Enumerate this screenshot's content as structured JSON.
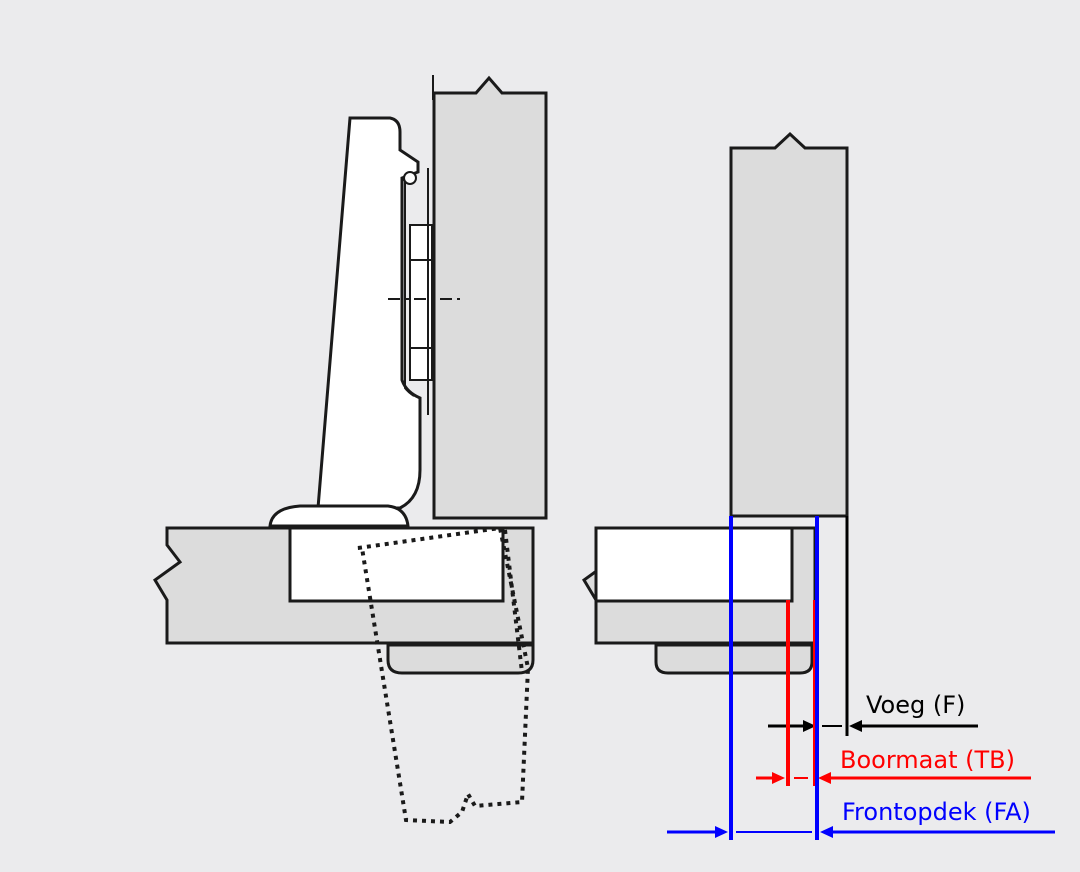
{
  "labels": {
    "voeg": "Voeg (F)",
    "boormaat": "Boormaat (TB)",
    "frontopdek": "Frontopdek (FA)"
  },
  "colors": {
    "background": "#ebebed",
    "part_fill": "#dcdcdc",
    "outline": "#1a1a1a",
    "voeg": "#000000",
    "boormaat": "#ff0000",
    "frontopdek": "#0000ff"
  }
}
